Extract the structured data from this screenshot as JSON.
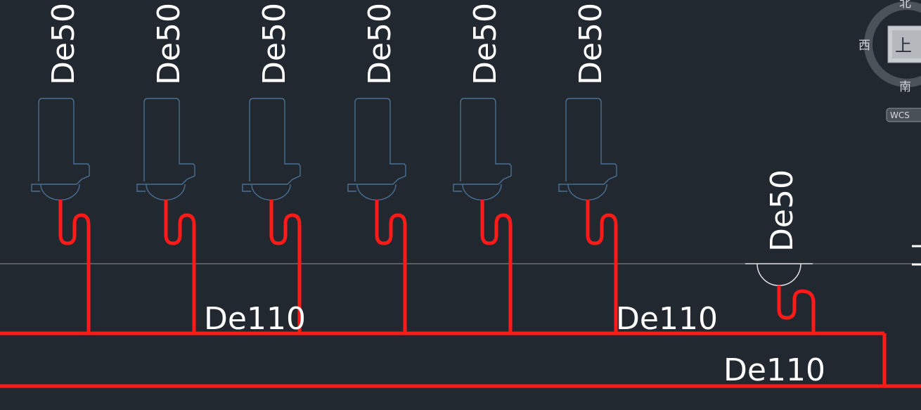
{
  "drawing": {
    "fixtures": [
      {
        "label": "De50"
      },
      {
        "label": "De50"
      },
      {
        "label": "De50"
      },
      {
        "label": "De50"
      },
      {
        "label": "De50"
      },
      {
        "label": "De50"
      }
    ],
    "floor_drain": {
      "label": "De50"
    },
    "main_pipe_labels": [
      "De110",
      "De110",
      "De110"
    ]
  },
  "viewcube": {
    "north": "北",
    "west": "西",
    "south": "南",
    "face": "上",
    "ucs_label": "WCS"
  },
  "colors": {
    "background": "#212830",
    "pipe": "#ff1a1a",
    "fixture_outline": "#4a6f93",
    "text": "#ffffff",
    "ground_line": "#8a8f95"
  },
  "icons": {
    "fixture": "urinal-icon",
    "trap": "p-trap-icon",
    "drain": "floor-drain-icon",
    "navigation": "viewcube-compass-icon"
  }
}
